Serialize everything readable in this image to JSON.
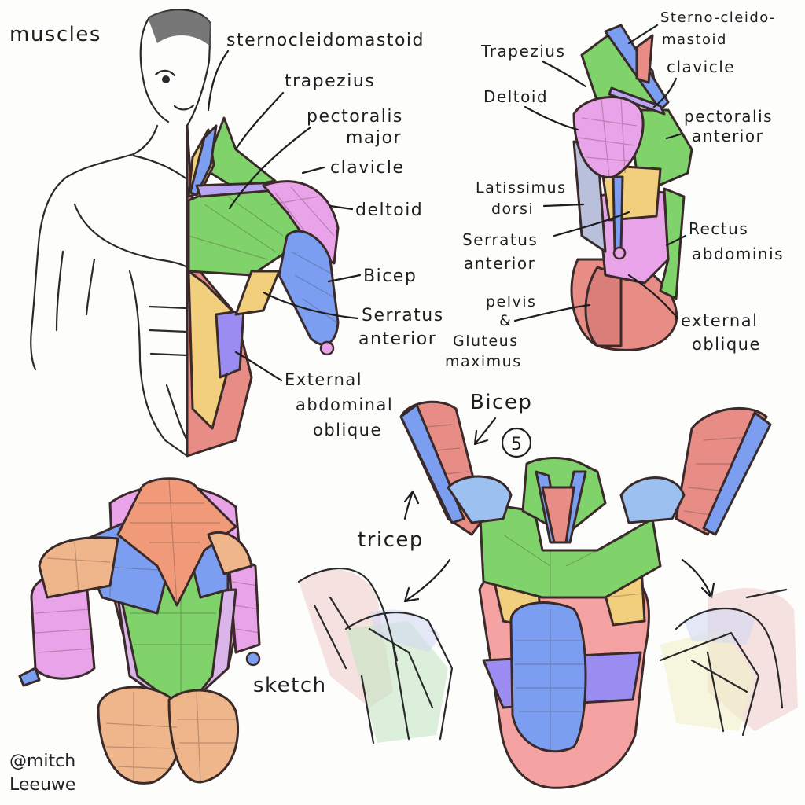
{
  "title": "muscles",
  "signature": [
    "@mitch",
    "Leeuwe"
  ],
  "colors": {
    "green": "#7fd36a",
    "yellow": "#f2cf7c",
    "pink": "#e9a3e9",
    "blue": "#7b9ef0",
    "red": "#e88d86",
    "purple": "#9a8cf0",
    "orange": "#f09a7a",
    "peach": "#eeb68a",
    "lightblue": "#9cc0f0"
  },
  "labels": {
    "front_half": {
      "sternocleidomastoid": "sternocleidomastoid",
      "trapezius": "trapezius",
      "pectoralis_major_1": "pectoralis",
      "pectoralis_major_2": "major",
      "clavicle": "clavicle",
      "deltoid": "deltoid",
      "bicep": "Bicep",
      "serratus_1": "Serratus",
      "serratus_2": "anterior",
      "external_oblique_1": "External",
      "external_oblique_2": "abdominal",
      "external_oblique_3": "oblique"
    },
    "side_view": {
      "sternocleido_1": "Sterno-cleido-",
      "sternocleido_2": "mastoid",
      "trapezius": "Trapezius",
      "clavicle": "clavicle",
      "deltoid": "Deltoid",
      "pectoralis_1": "pectoralis",
      "pectoralis_2": "anterior",
      "latissimus_1": "Latissimus",
      "latissimus_2": "dorsi",
      "serratus_1": "Serratus",
      "serratus_2": "anterior",
      "rectus_1": "Rectus",
      "rectus_2": "abdominis",
      "pelvis_1": "pelvis",
      "pelvis_2": "&",
      "pelvis_3": "Gluteus",
      "pelvis_4": "maximus",
      "external_1": "external",
      "external_2": "oblique"
    },
    "arms_up": {
      "bicep": "Bicep",
      "step_number": "5",
      "tricep": "tricep"
    },
    "back_view": {
      "sketch": "sketch"
    }
  }
}
